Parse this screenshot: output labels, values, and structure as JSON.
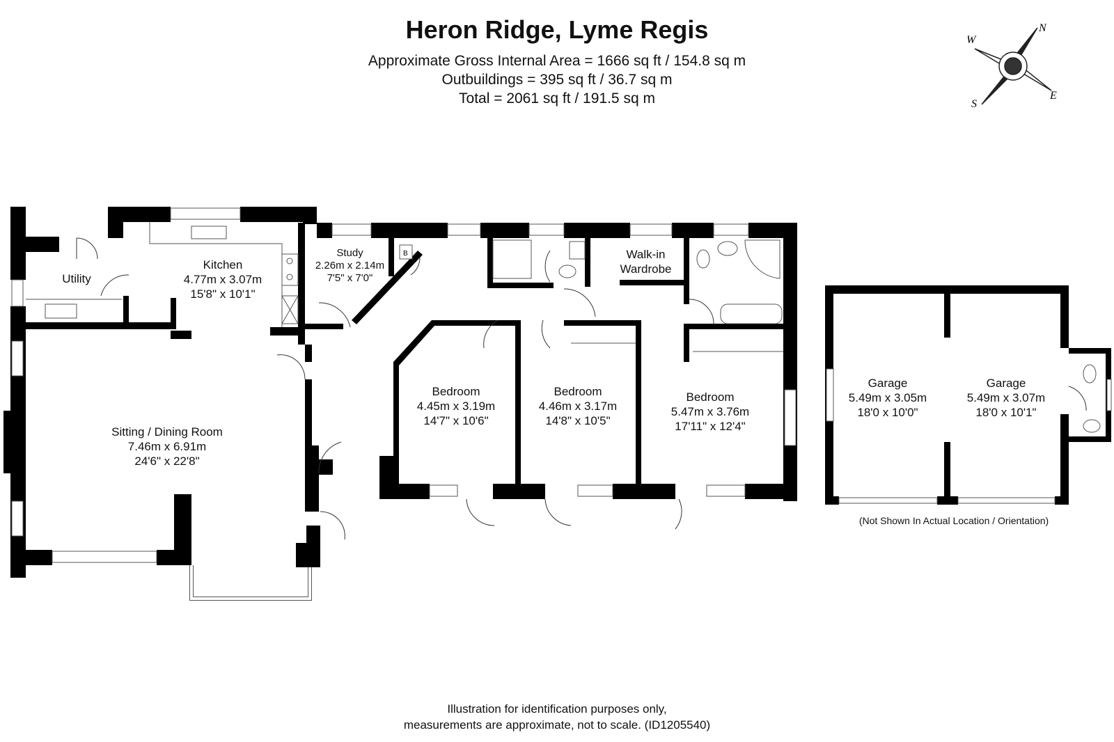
{
  "header": {
    "title": "Heron Ridge, Lyme Regis",
    "gross_area": "Approximate Gross Internal Area = 1666 sq ft / 154.8 sq m",
    "outbuildings": "Outbuildings = 395 sq ft / 36.7 sq m",
    "total": "Total = 2061 sq ft / 191.5 sq m"
  },
  "compass": {
    "n": "N",
    "e": "E",
    "s": "S",
    "w": "W"
  },
  "rooms": {
    "utility": {
      "name": "Utility"
    },
    "kitchen": {
      "name": "Kitchen",
      "metric": "4.77m x 3.07m",
      "imperial": "15'8\" x 10'1\""
    },
    "study": {
      "name": "Study",
      "metric": "2.26m x 2.14m",
      "imperial": "7'5\" x 7'0\""
    },
    "walkin": {
      "name1": "Walk-in",
      "name2": "Wardrobe"
    },
    "sitting": {
      "name": "Sitting / Dining Room",
      "metric": "7.46m x 6.91m",
      "imperial": "24'6\" x 22'8\""
    },
    "bedroom1": {
      "name": "Bedroom",
      "metric": "4.45m x 3.19m",
      "imperial": "14'7\" x 10'6\""
    },
    "bedroom2": {
      "name": "Bedroom",
      "metric": "4.46m x 3.17m",
      "imperial": "14'8\" x 10'5\""
    },
    "bedroom3": {
      "name": "Bedroom",
      "metric": "5.47m x 3.76m",
      "imperial": "17'11\" x 12'4\""
    },
    "garage1": {
      "name": "Garage",
      "metric": "5.49m x 3.05m",
      "imperial": "18'0 x 10'0\""
    },
    "garage2": {
      "name": "Garage",
      "metric": "5.49m x 3.07m",
      "imperial": "18'0 x 10'1\""
    },
    "boiler": {
      "label": "B"
    }
  },
  "outbuilding_note": "(Not Shown In Actual Location / Orientation)",
  "disclaimer": {
    "line1": "Illustration for identification purposes only,",
    "line2": "measurements are approximate, not to scale. (ID1205540)"
  },
  "colors": {
    "wall": "#000000",
    "fixture": "#555555",
    "background": "#ffffff"
  }
}
